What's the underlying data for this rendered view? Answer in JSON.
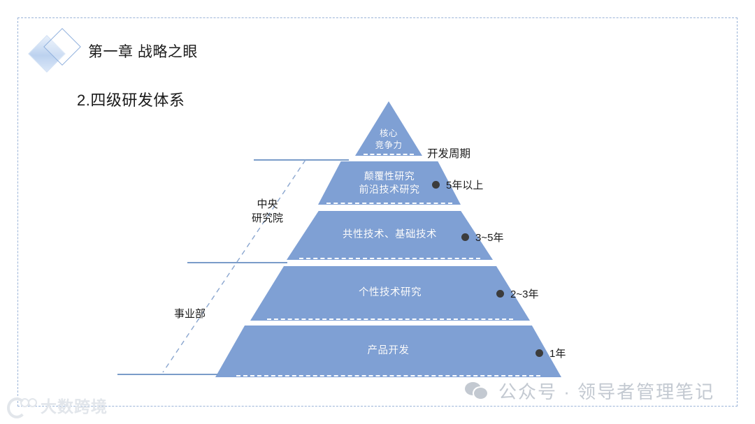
{
  "slide": {
    "chapter_title": "第一章 战略之眼",
    "section_title": "2.四级研发体系"
  },
  "pyramid": {
    "tiers": [
      {
        "label": "核心\n竞争力",
        "line1": "核心",
        "line2": "竞争力"
      },
      {
        "label": "颠覆性研究\n前沿技术研究",
        "line1": "颠覆性研究",
        "line2": "前沿技术研究"
      },
      {
        "label": "共性技术、基础技术",
        "line1": "共性技术、基础技术",
        "line2": ""
      },
      {
        "label": "个性技术研究",
        "line1": "个性技术研究",
        "line2": ""
      },
      {
        "label": "产品开发",
        "line1": "产品开发",
        "line2": ""
      }
    ],
    "fill_color": "#7fa0d4"
  },
  "cycle": {
    "header": "开发周期",
    "items": [
      {
        "text": "5年以上"
      },
      {
        "text": "3~5年"
      },
      {
        "text": "2~3年"
      },
      {
        "text": "1年"
      }
    ]
  },
  "org": {
    "labels": [
      {
        "line1": "中央",
        "line2": "研究院"
      },
      {
        "line1": "事业部",
        "line2": ""
      }
    ]
  },
  "watermarks": {
    "wechat": "公众号 · 领导者管理笔记",
    "bottom_left": "大数跨境"
  }
}
